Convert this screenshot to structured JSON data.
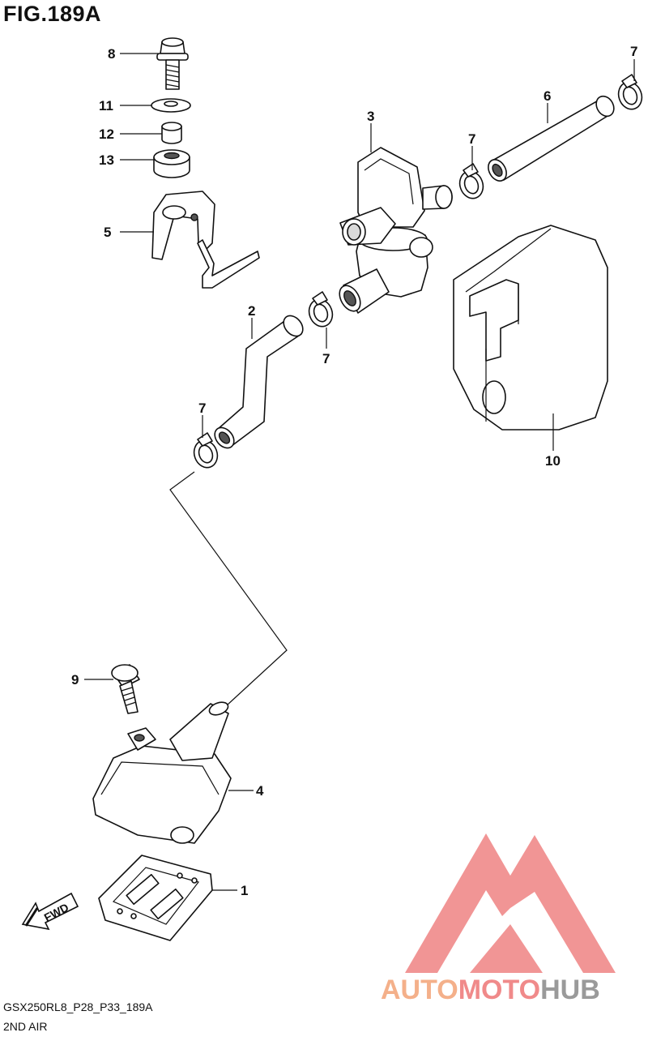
{
  "figure": {
    "title": "FIG.189A"
  },
  "callouts": [
    {
      "id": "c8",
      "label": "8"
    },
    {
      "id": "c11",
      "label": "11"
    },
    {
      "id": "c12",
      "label": "12"
    },
    {
      "id": "c13",
      "label": "13"
    },
    {
      "id": "c5",
      "label": "5"
    },
    {
      "id": "c3",
      "label": "3"
    },
    {
      "id": "c6",
      "label": "6"
    },
    {
      "id": "c7a",
      "label": "7"
    },
    {
      "id": "c7b",
      "label": "7"
    },
    {
      "id": "c7c",
      "label": "7"
    },
    {
      "id": "c7d",
      "label": "7"
    },
    {
      "id": "c2",
      "label": "2"
    },
    {
      "id": "c10",
      "label": "10"
    },
    {
      "id": "c9",
      "label": "9"
    },
    {
      "id": "c4",
      "label": "4"
    },
    {
      "id": "c1",
      "label": "1"
    }
  ],
  "direction_marker": {
    "label": "FWD"
  },
  "footer": {
    "model_code": "GSX250RL8_P28_P33_189A",
    "section_name": "2ND AIR"
  },
  "watermark": {
    "brand_parts": [
      "AUTO",
      "MOTO",
      "HUB"
    ],
    "colors": {
      "triangle": "#f08a8a",
      "auto": "#f4b08a",
      "moto": "#f08a8a",
      "hub": "#9a9a9a"
    }
  }
}
